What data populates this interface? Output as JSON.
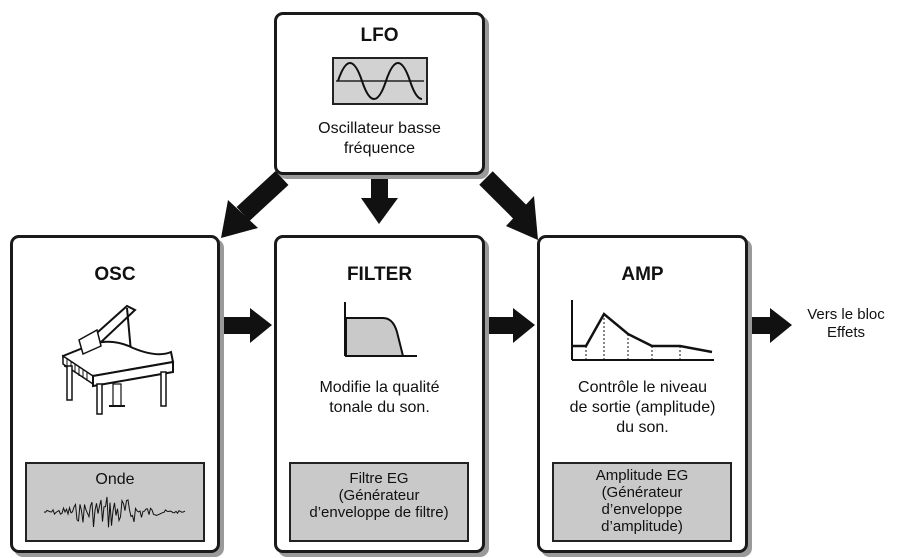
{
  "lfo": {
    "title": "LFO",
    "desc_line1": "Oscillateur basse",
    "desc_line2": "fréquence",
    "icon": "sine-wave-icon"
  },
  "osc": {
    "title": "OSC",
    "icon": "grand-piano-icon",
    "panel_label": "Onde",
    "panel_icon": "waveform-icon"
  },
  "filter": {
    "title": "FILTER",
    "icon": "lowpass-filter-icon",
    "desc_line1": "Modifie la qualité",
    "desc_line2": "tonale du son.",
    "panel_line1": "Filtre EG",
    "panel_line2": "(Générateur",
    "panel_line3": "d’enveloppe de filtre)"
  },
  "amp": {
    "title": "AMP",
    "icon": "envelope-graph-icon",
    "desc_line1": "Contrôle le niveau",
    "desc_line2": "de sortie (amplitude)",
    "desc_line3": "du son.",
    "panel_line1": "Amplitude EG",
    "panel_line2": "(Générateur",
    "panel_line3": "d’enveloppe",
    "panel_line4": "d’amplitude)"
  },
  "output": {
    "line1": "Vers le bloc",
    "line2": "Effets"
  },
  "colors": {
    "panel_gray": "#c9c9c9",
    "border": "#1a1a1a",
    "shadow": "#9a9a9a"
  }
}
